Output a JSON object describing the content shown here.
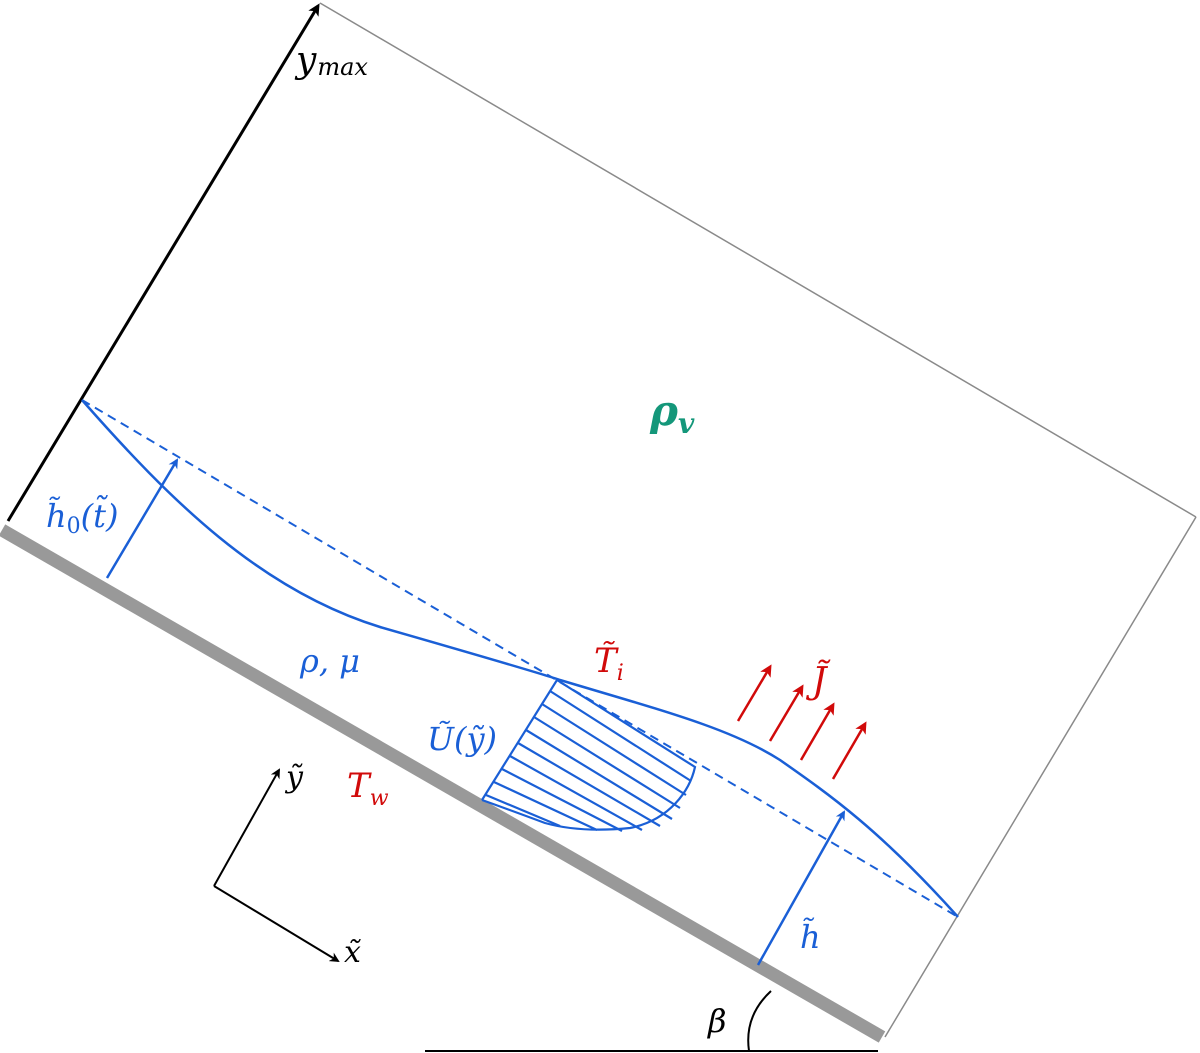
{
  "colors": {
    "wall": "#999999",
    "blue": "#1a5fd6",
    "red": "#d10a0a",
    "green": "#14977a",
    "black": "#000000",
    "frame": "#8a8a8a"
  },
  "labels": {
    "ymax": "y",
    "ymax_sub": "max",
    "rho_v": "ρ",
    "rho_v_sub": "v",
    "h0": "h̃",
    "h0_sub": "0",
    "h0_arg": "(t̃)",
    "rho_mu": "ρ, μ",
    "Ti": "T̃",
    "Ti_sub": "i",
    "J": "J̃",
    "U": "Ũ(ỹ)",
    "Tw": "T",
    "Tw_sub": "w",
    "y_axis": "ỹ",
    "x_axis": "x̃",
    "h": "h̃",
    "beta": "β"
  }
}
